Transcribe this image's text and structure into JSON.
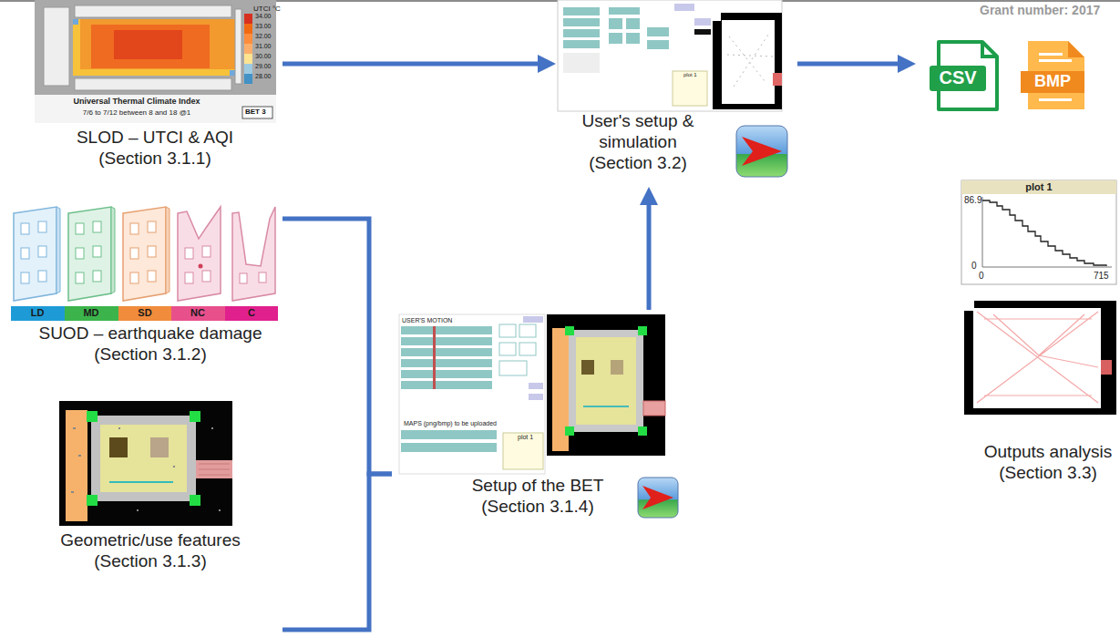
{
  "diagram": {
    "nodes": [
      {
        "text": [
          "SLOD – UTCI & AQI (Section 3.1.1)"
        ]
      },
      {
        "text": [
          "User's setup & simulation (Section 3.2)"
        ]
      },
      {
        "text": [
          "SUOD – earthquake damage (Section 3.1.2)"
        ]
      },
      {
        "text": [
          "Geometric/use features (Section 3.1.3)"
        ]
      },
      {
        "text": [
          "Setup of the BET (Section 3.1.4)"
        ]
      },
      {
        "text": [
          "Outputs analysis (Section 3.3)"
        ]
      }
    ],
    "edges": [
      {
        "from": 0,
        "to": 1,
        "arrow": "to"
      },
      {
        "from": 2,
        "to": 4,
        "arrow": "none"
      },
      {
        "from": 3,
        "to": 4,
        "arrow": "none"
      },
      {
        "from": 4,
        "to": 1,
        "arrow": "to"
      },
      {
        "from": 1,
        "to": 5,
        "arrow": "to"
      }
    ],
    "labels": [
      "Grant number: 2017",
      "UTCI °C",
      "34.00",
      "33.00",
      "32.00",
      "31.00",
      "30.00",
      "29.00",
      "28.00",
      "Universal Thermal Climate Index",
      "7/6 to 7/12 between 8 and 18 @1",
      "BET 3",
      "LD",
      "MD",
      "SD",
      "NC",
      "C",
      "USER'S MOTION",
      "MAPS (png/bmp) to be uploaded",
      "plot 1",
      "plot 1",
      "CSV",
      "BMP",
      "plot 1",
      "86.9",
      "0",
      "0",
      "715"
    ]
  }
}
